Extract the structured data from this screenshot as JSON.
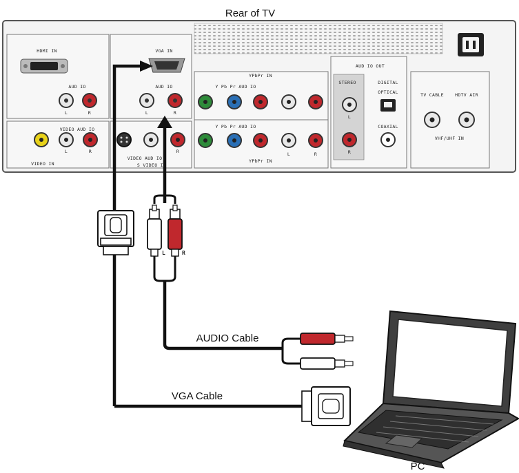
{
  "title": "Rear of TV",
  "panel_labels": {
    "hdmi_in": "HDMI IN",
    "audio_in_hdmi": "AUD IO",
    "vga_in": "VGA IN",
    "audio_in_vga": "AUD IO",
    "component_in_top": "YPbPr IN",
    "component_row_top": "Y  Pb  Pr  AUD IO",
    "component_row_bottom": "Y  Pb  Pr  AUD IO",
    "component_in_bottom": "YPbPr IN",
    "audio_out": "AUD IO OUT",
    "stereo": "STEREO",
    "digital": "DIGITAL",
    "optical": "OPTICAL",
    "coaxial": "COAXIAL",
    "tv_cable": "TV CABLE",
    "hdtv_air": "HDTV AIR",
    "vhf_uhf_in": "VHF/UHF IN",
    "video_in_1": "VIDEO IN",
    "video_audio_in": "VIDEO AUD IO",
    "svideo_audio_in": "VIDEO AUD IO",
    "svideo_in": "S VIDEO IN",
    "jack_l": "L",
    "jack_r": "R"
  },
  "cables": {
    "audio": "AUDIO Cable",
    "vga": "VGA Cable"
  },
  "plug_labels": {
    "left": "L",
    "right": "R"
  },
  "device": "PC",
  "colors": {
    "panel": "#f2f2f2",
    "panel_stroke": "#6b6b6b",
    "vent": "#9a9a9a",
    "jack_red": "#c0282d",
    "jack_white": "#e8e8e8",
    "jack_yellow": "#e8d21a",
    "jack_green": "#2e8b3a",
    "jack_blue": "#2a6fb5",
    "cable": "#111111",
    "laptop": "#4a4a4a"
  }
}
